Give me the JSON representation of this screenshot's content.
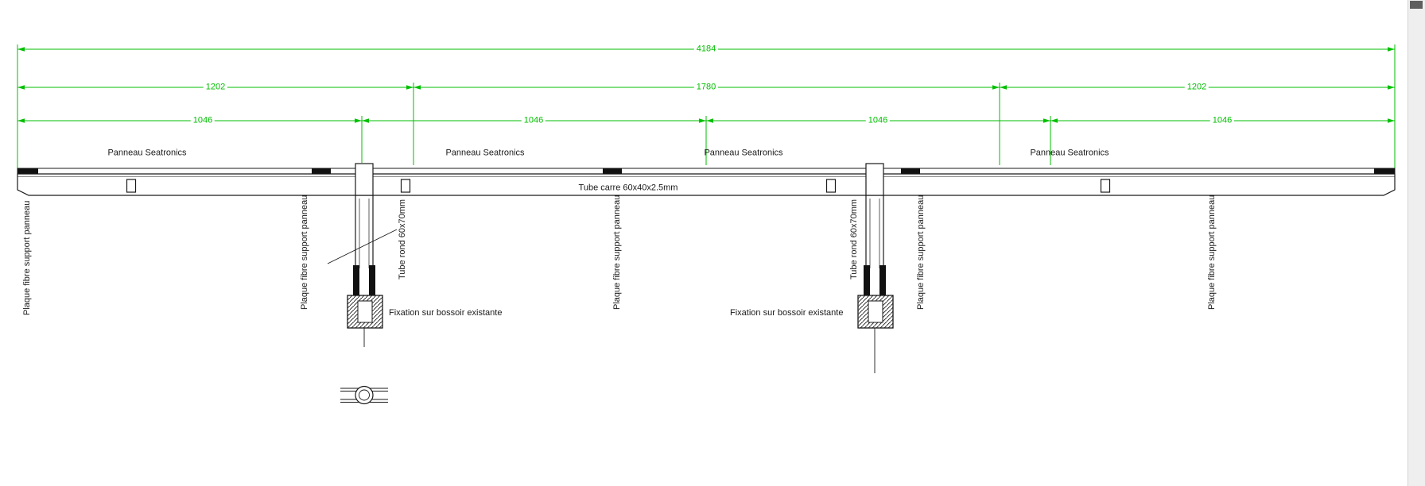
{
  "drawing": {
    "dimensions": {
      "total": "4184",
      "spans": [
        "1202",
        "1780",
        "1202"
      ],
      "panels": [
        "1046",
        "1046",
        "1046",
        "1046"
      ]
    },
    "labels": {
      "panel": "Panneau Seatronics",
      "square_tube": "Tube carre 60x40x2.5mm",
      "fiber_plate": "Plaque fibre support panneau",
      "round_tube": "Tube rond 60x70mm",
      "fixation": "Fixation sur bossoir existante"
    },
    "colors": {
      "dimension": "#00bf00",
      "line": "#1a1a1a"
    }
  }
}
